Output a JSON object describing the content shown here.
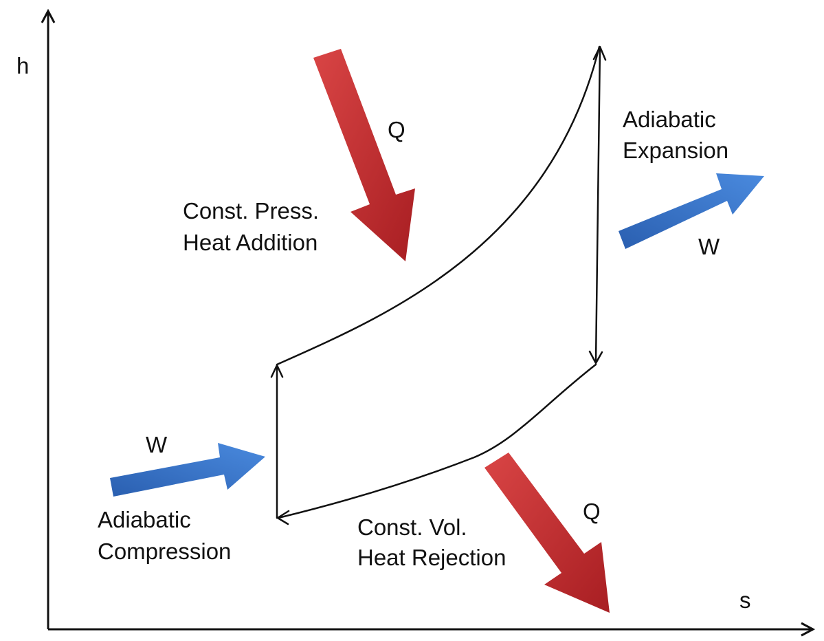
{
  "axes": {
    "y_label": "h",
    "x_label": "s"
  },
  "processes": {
    "heat_addition": {
      "line1": "Const. Press.",
      "line2": "Heat Addition",
      "arrow_label": "Q"
    },
    "expansion": {
      "line1": "Adiabatic",
      "line2": "Expansion",
      "arrow_label": "W"
    },
    "compression": {
      "line1": "Adiabatic",
      "line2": "Compression",
      "arrow_label": "W"
    },
    "heat_rejection": {
      "line1": "Const. Vol.",
      "line2": "Heat Rejection",
      "arrow_label": "Q"
    }
  },
  "colors": {
    "heat_arrow": "#c0282b",
    "work_arrow": "#2e6cc0",
    "axis": "#111111",
    "cycle": "#111111"
  }
}
